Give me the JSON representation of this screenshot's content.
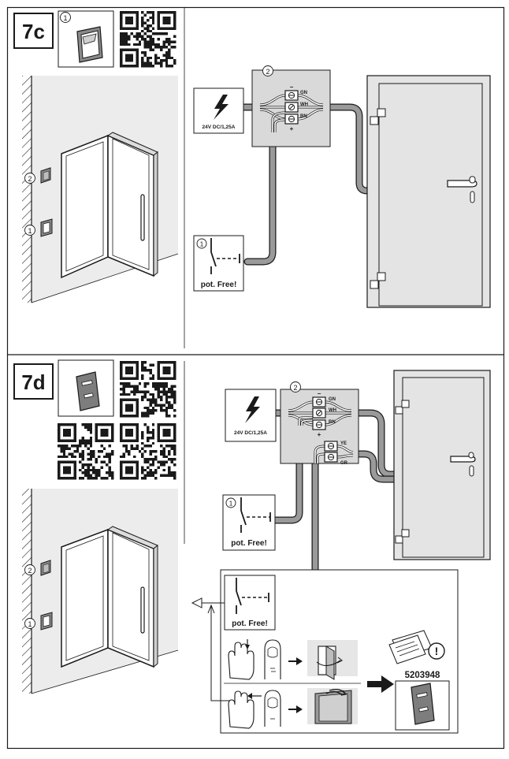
{
  "sections": {
    "c": {
      "label": "7c"
    },
    "d": {
      "label": "7d"
    }
  },
  "callouts": {
    "one": "1",
    "two": "2"
  },
  "power_supply": {
    "label": "24V DC/1,25A"
  },
  "terminals": {
    "minus": "−",
    "plus": "+",
    "gn": "GN",
    "wh": "WH",
    "bn": "BN",
    "ye": "YE",
    "gr": "GR"
  },
  "switch": {
    "label": "pot. Free!"
  },
  "manual": {
    "number": "5203948",
    "warning": "!"
  },
  "colors": {
    "line": "#1a1a1a",
    "gray_fill": "#d7d7d7",
    "cable": "#9a9a9a",
    "light_gray": "#ececec"
  }
}
